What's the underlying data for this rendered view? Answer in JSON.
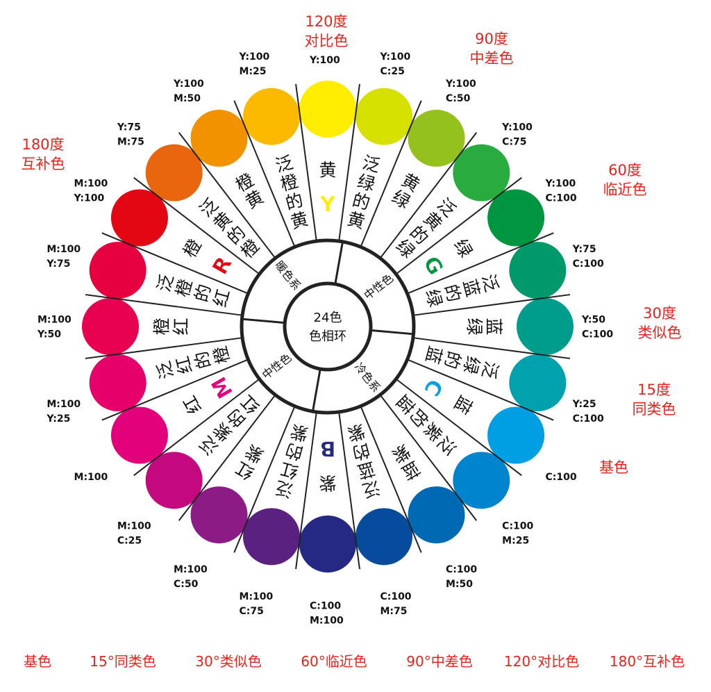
{
  "center": {
    "line1": "24色",
    "line2": "色相环"
  },
  "ring": {
    "warm": "暖色系",
    "neutral_top": "中性色",
    "cool": "冷色系",
    "neutral_bottom": "中性色"
  },
  "segments": [
    {
      "angle": 0,
      "color": "#ffed00",
      "name": "黄",
      "cmyk": [
        "Y:100"
      ]
    },
    {
      "angle": 15,
      "color": "#d5df00",
      "name": "泛绿的黄",
      "cmyk": [
        "Y:100",
        "C:25"
      ]
    },
    {
      "angle": 30,
      "color": "#95c11f",
      "name": "黄绿",
      "cmyk": [
        "Y:100",
        "C:50"
      ]
    },
    {
      "angle": 45,
      "color": "#2aab3d",
      "name": "泛黄的绿",
      "cmyk": [
        "Y:100",
        "C:75"
      ]
    },
    {
      "angle": 60,
      "color": "#00963f",
      "name": "绿",
      "cmyk": [
        "Y:100",
        "C:100"
      ]
    },
    {
      "angle": 75,
      "color": "#009a6a",
      "name": "泛蓝的绿",
      "cmyk": [
        "Y:75",
        "C:100"
      ]
    },
    {
      "angle": 90,
      "color": "#009d8c",
      "name": "蓝绿",
      "cmyk": [
        "Y:50",
        "C:100"
      ]
    },
    {
      "angle": 105,
      "color": "#00a0ad",
      "name": "泛绿的蓝",
      "cmyk": [
        "Y:25",
        "C:100"
      ]
    },
    {
      "angle": 120,
      "color": "#009fe3",
      "name": "蓝",
      "cmyk": [
        "C:100"
      ]
    },
    {
      "angle": 135,
      "color": "#0084cd",
      "name": "泛紫的蓝",
      "cmyk": [
        "C:100",
        "M:25"
      ]
    },
    {
      "angle": 150,
      "color": "#0069b4",
      "name": "蓝紫",
      "cmyk": [
        "C:100",
        "M:50"
      ]
    },
    {
      "angle": 165,
      "color": "#074b9c",
      "name": "泛蓝的紫",
      "cmyk": [
        "C:100",
        "M:75"
      ]
    },
    {
      "angle": 180,
      "color": "#262983",
      "name": "紫",
      "cmyk": [
        "C:100",
        "M:100"
      ]
    },
    {
      "angle": 195,
      "color": "#5b2181",
      "name": "泛红的紫",
      "cmyk": [
        "M:100",
        "C:75"
      ]
    },
    {
      "angle": 210,
      "color": "#8b1c86",
      "name": "红紫",
      "cmyk": [
        "M:100",
        "C:50"
      ]
    },
    {
      "angle": 225,
      "color": "#c4087e",
      "name": "泛紫的红",
      "cmyk": [
        "M:100",
        "C:25"
      ]
    },
    {
      "angle": 240,
      "color": "#e3007b",
      "name": "红",
      "cmyk": [
        "M:100"
      ]
    },
    {
      "angle": 255,
      "color": "#e5006a",
      "name": "泛红的橙",
      "cmyk": [
        "M:100",
        "Y:25"
      ]
    },
    {
      "angle": 270,
      "color": "#e6004f",
      "name": "橙红",
      "cmyk": [
        "M:100",
        "Y:50"
      ]
    },
    {
      "angle": 285,
      "color": "#e6003e",
      "name": "泛橙的红",
      "cmyk": [
        "M:100",
        "Y:75"
      ]
    },
    {
      "angle": 300,
      "color": "#e30613",
      "name": "橙",
      "cmyk": [
        "M:100",
        "Y:100"
      ]
    },
    {
      "angle": 315,
      "color": "#e9660f",
      "name": "泛黄的橙",
      "cmyk": [
        "Y:75",
        "M:75"
      ]
    },
    {
      "angle": 330,
      "color": "#f39200",
      "name": "橙黄",
      "cmyk": [
        "Y:100",
        "M:50"
      ]
    },
    {
      "angle": 345,
      "color": "#fbba00",
      "name": "泛橙的黄",
      "cmyk": [
        "Y:100",
        "M:25"
      ]
    }
  ],
  "letters": [
    {
      "text": "Y",
      "angle": 0,
      "color": "#ffed00"
    },
    {
      "text": "G",
      "angle": 60,
      "color": "#00963f"
    },
    {
      "text": "C",
      "angle": 120,
      "color": "#009fe3"
    },
    {
      "text": "B",
      "angle": 180,
      "color": "#262983"
    },
    {
      "text": "M",
      "angle": 240,
      "color": "#e3007b"
    },
    {
      "text": "R",
      "angle": 300,
      "color": "#e30613"
    }
  ],
  "relations": [
    {
      "lines": [
        "120度",
        "对比色"
      ]
    },
    {
      "lines": [
        "90度",
        "中差色"
      ]
    },
    {
      "lines": [
        "60度",
        "临近色"
      ]
    },
    {
      "lines": [
        "30度",
        "类似色"
      ]
    },
    {
      "lines": [
        "15度",
        "同类色"
      ]
    },
    {
      "lines": [
        "基色"
      ]
    },
    {
      "lines": [
        "180度",
        "互补色"
      ]
    }
  ],
  "legend": [
    "基色",
    "15°同类色",
    "30°类似色",
    "60°临近色",
    "90°中差色",
    "120°对比色",
    "180°互补色"
  ],
  "line_color": "#222222"
}
